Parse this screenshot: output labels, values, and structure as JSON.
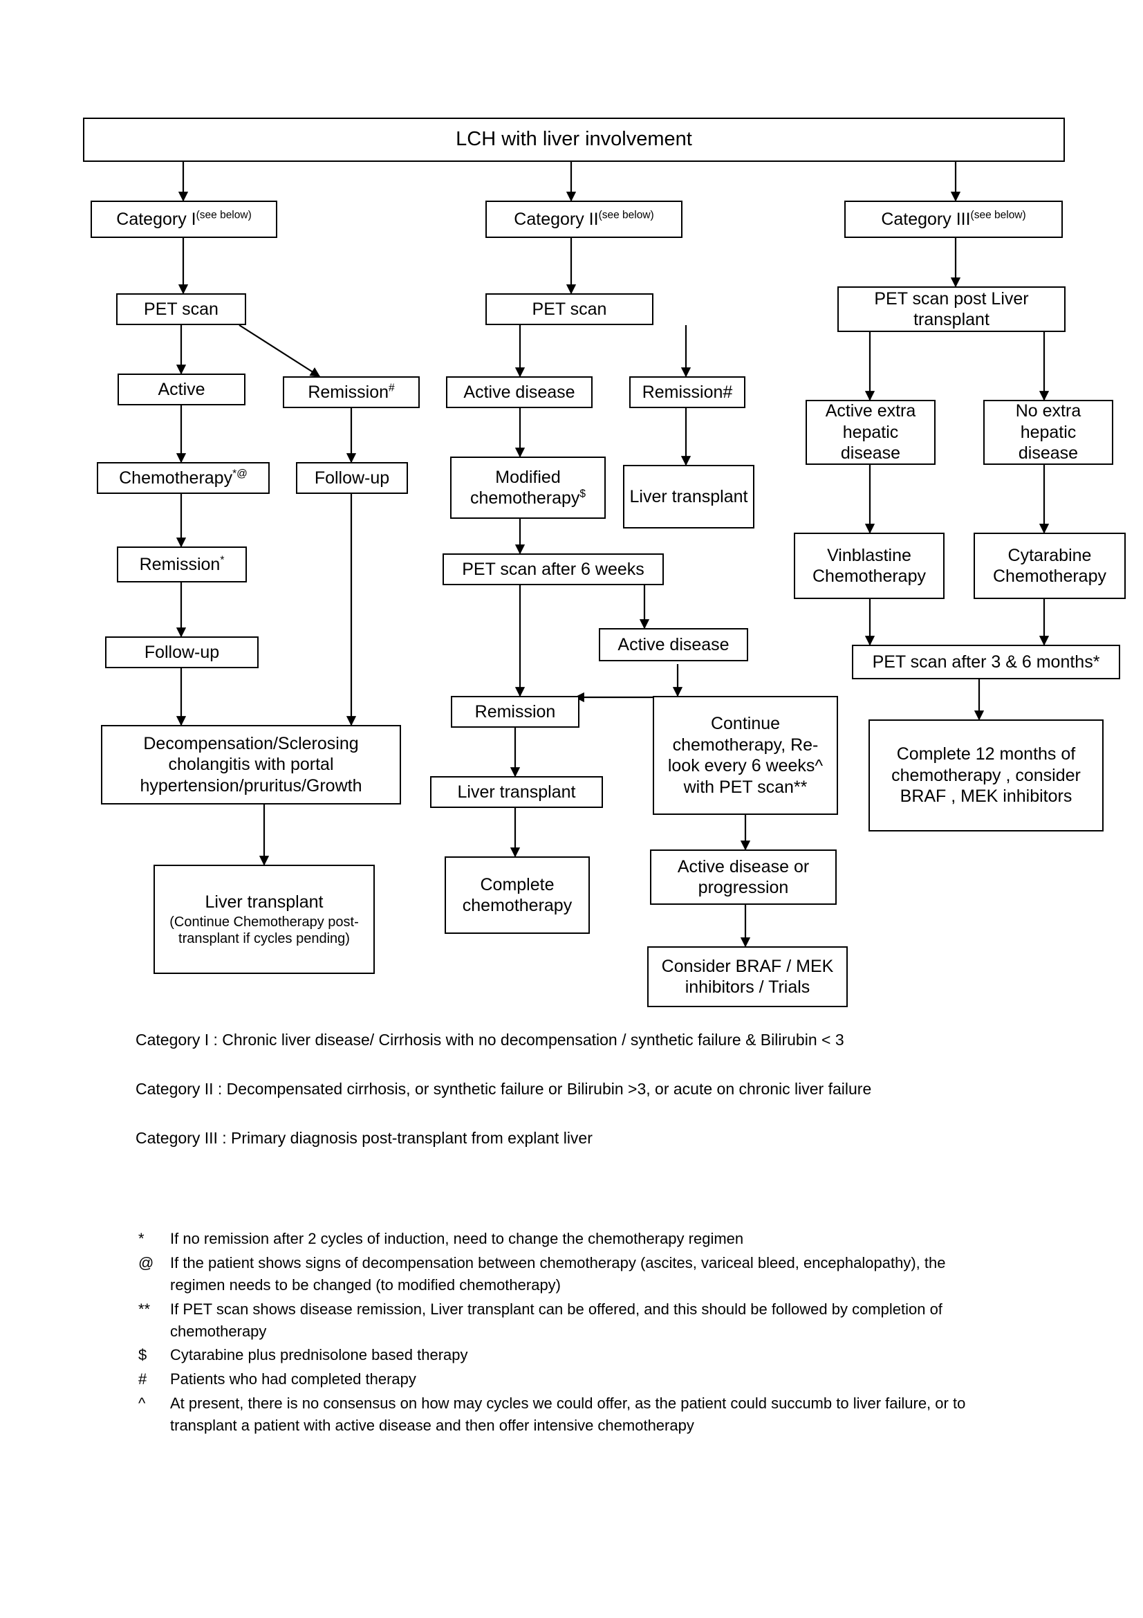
{
  "diagram": {
    "title": "LCH with liver involvement",
    "root": {
      "label": "LCH with liver involvement"
    },
    "columns": [
      {
        "name": "category-1",
        "header": {
          "label": "Category I",
          "note": "(see below)"
        },
        "nodes": [
          {
            "id": "c1-pet",
            "label": "PET scan"
          },
          {
            "id": "c1-active",
            "label": "Active"
          },
          {
            "id": "c1-remission-hash",
            "label": "Remission",
            "sup": "#"
          },
          {
            "id": "c1-chemo",
            "label": "Chemotherapy",
            "sup": "*@"
          },
          {
            "id": "c1-followup-r",
            "label": "Follow-up"
          },
          {
            "id": "c1-remission-star",
            "label": "Remission",
            "sup": "*"
          },
          {
            "id": "c1-followup",
            "label": "Follow-up"
          },
          {
            "id": "c1-decomp",
            "label": "Decompensation/Sclerosing cholangitis with portal hypertension/pruritus/Growth"
          },
          {
            "id": "c1-transplant",
            "label": "Liver transplant",
            "subnote": "(Continue Chemotherapy post-transplant if cycles pending)"
          }
        ]
      },
      {
        "name": "category-2",
        "header": {
          "label": "Category  II",
          "note": "(see below)"
        },
        "nodes": [
          {
            "id": "c2-pet",
            "label": "PET scan"
          },
          {
            "id": "c2-active",
            "label": "Active disease"
          },
          {
            "id": "c2-remission-hash",
            "label": "Remission#"
          },
          {
            "id": "c2-modchemo",
            "label": "Modified chemotherapy",
            "sup": "$"
          },
          {
            "id": "c2-transplant1",
            "label": "Liver transplant"
          },
          {
            "id": "c2-pet6",
            "label": "PET scan after 6 weeks"
          },
          {
            "id": "c2-active2",
            "label": "Active disease"
          },
          {
            "id": "c2-remission",
            "label": "Remission"
          },
          {
            "id": "c2-continue",
            "label": "Continue chemotherapy, Re-look every 6 weeks^ with PET scan**"
          },
          {
            "id": "c2-transplant2",
            "label": "Liver transplant"
          },
          {
            "id": "c2-complete",
            "label": "Complete chemotherapy"
          },
          {
            "id": "c2-progression",
            "label": "Active disease or progression"
          },
          {
            "id": "c2-braf",
            "label": "Consider BRAF / MEK inhibitors / Trials"
          }
        ]
      },
      {
        "name": "category-3",
        "header": {
          "label": "Category  III",
          "note": "(see below)"
        },
        "nodes": [
          {
            "id": "c3-pet",
            "label": "PET scan post Liver transplant"
          },
          {
            "id": "c3-active-extra",
            "label": "Active extra hepatic disease"
          },
          {
            "id": "c3-no-extra",
            "label": "No extra hepatic disease"
          },
          {
            "id": "c3-vinblastine",
            "label": "Vinblastine Chemotherapy"
          },
          {
            "id": "c3-cytarabine",
            "label": "Cytarabine Chemotherapy"
          },
          {
            "id": "c3-pet36",
            "label": "PET scan after 3 & 6 months*"
          },
          {
            "id": "c3-complete12",
            "label": "Complete 12 months of chemotherapy , consider BRAF , MEK inhibitors"
          }
        ]
      }
    ]
  },
  "category_definitions": [
    "Category I : Chronic liver disease/ Cirrhosis with no decompensation / synthetic failure & Bilirubin < 3",
    "Category II : Decompensated cirrhosis, or synthetic failure or Bilirubin >3, or acute on chronic liver failure",
    "Category III : Primary diagnosis post-transplant from explant liver"
  ],
  "footnotes": [
    {
      "symbol": "*",
      "text": "If no remission after 2 cycles of induction, need to change the chemotherapy regimen"
    },
    {
      "symbol": "@",
      "text": "If the patient shows signs of decompensation between chemotherapy (ascites, variceal bleed, encephalopathy), the regimen needs to be changed (to modified chemotherapy)"
    },
    {
      "symbol": "**",
      "text": "If PET scan shows disease remission,  Liver transplant can be offered, and this should be followed by completion of chemotherapy"
    },
    {
      "symbol": "$",
      "text": "Cytarabine plus prednisolone based therapy"
    },
    {
      "symbol": "#",
      "text": "Patients who had completed therapy"
    },
    {
      "symbol": "^",
      "text": "At present, there is no consensus on how may cycles we could offer, as the patient could succumb to liver failure, or to transplant a patient with active disease and then offer intensive chemotherapy"
    }
  ],
  "colors": {
    "line": "#000000",
    "background": "#ffffff",
    "text": "#000000"
  }
}
